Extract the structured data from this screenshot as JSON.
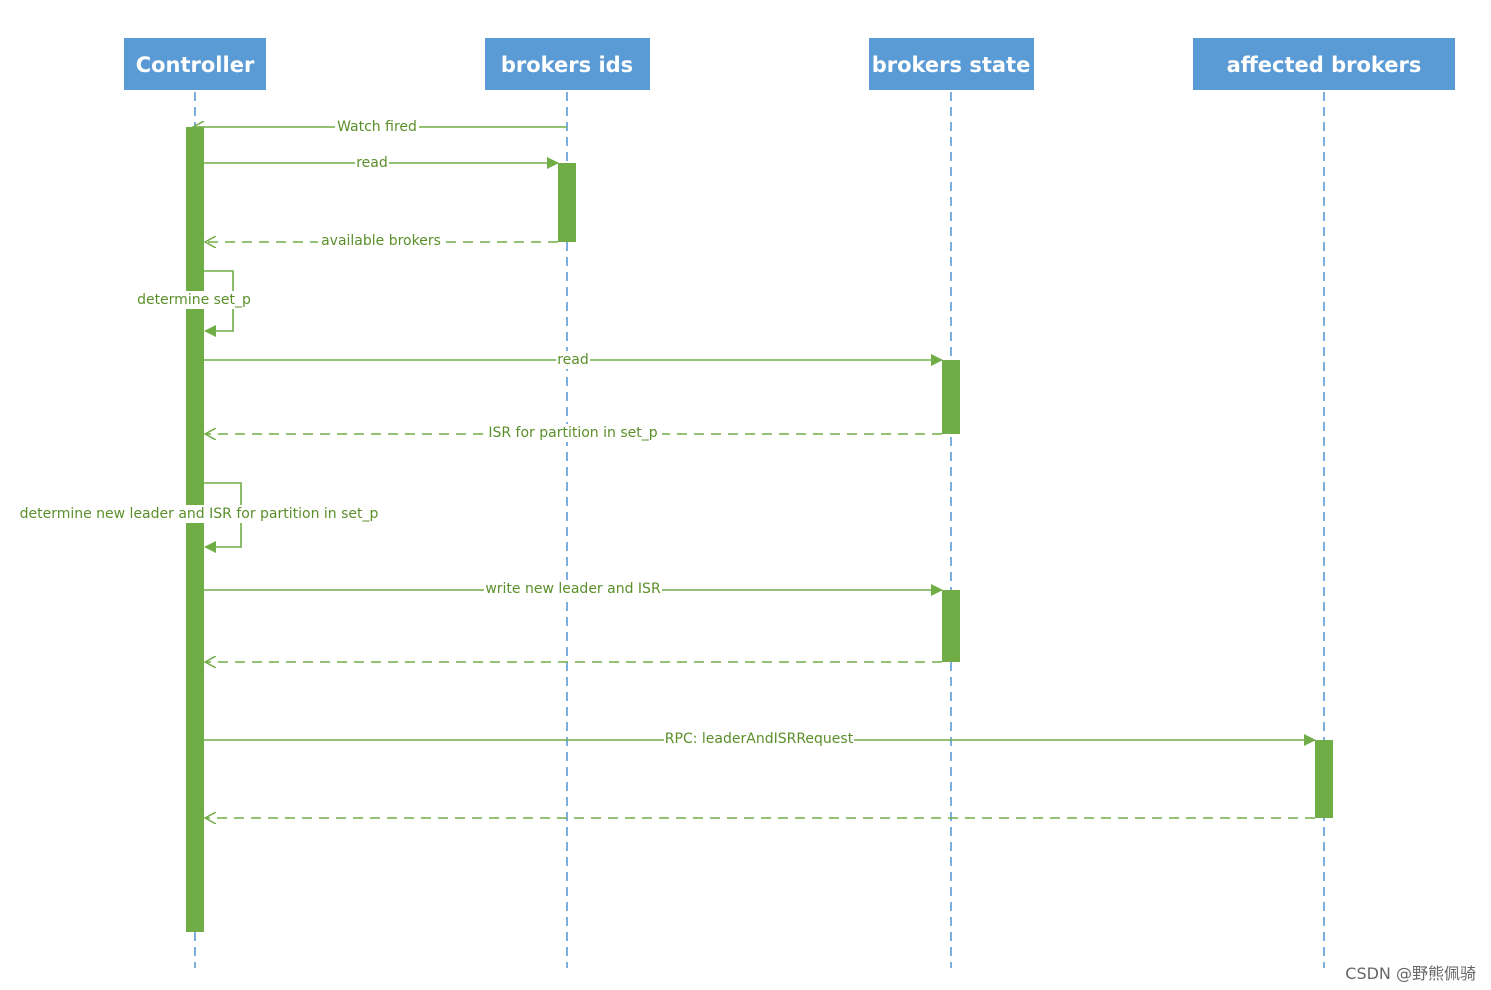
{
  "participants": [
    {
      "id": "controller",
      "label": "Controller"
    },
    {
      "id": "broker_ids",
      "label": "brokers ids"
    },
    {
      "id": "broker_state",
      "label": "brokers state"
    },
    {
      "id": "affected",
      "label": "affected brokers"
    }
  ],
  "messages": [
    {
      "label": "Watch fired",
      "from": "broker_ids",
      "to": "controller",
      "style": "solid"
    },
    {
      "label": "read",
      "from": "controller",
      "to": "broker_ids",
      "style": "solid"
    },
    {
      "label": "available brokers",
      "from": "broker_ids",
      "to": "controller",
      "style": "dashed"
    },
    {
      "label": "determine set_p",
      "from": "controller",
      "to": "controller",
      "style": "self"
    },
    {
      "label": "read",
      "from": "controller",
      "to": "broker_state",
      "style": "solid"
    },
    {
      "label": "ISR for partition in set_p",
      "from": "broker_state",
      "to": "controller",
      "style": "dashed"
    },
    {
      "label": "determine new leader and ISR for partition in set_p",
      "from": "controller",
      "to": "controller",
      "style": "self"
    },
    {
      "label": "write new leader and ISR",
      "from": "controller",
      "to": "broker_state",
      "style": "solid"
    },
    {
      "label": "",
      "from": "broker_state",
      "to": "controller",
      "style": "dashed"
    },
    {
      "label": "RPC: leaderAndISRRequest",
      "from": "controller",
      "to": "affected",
      "style": "solid"
    },
    {
      "label": "",
      "from": "affected",
      "to": "controller",
      "style": "dashed"
    }
  ],
  "watermark": "CSDN @野熊佩骑",
  "colors": {
    "header": "#5b9bd5",
    "lifeline": "#5b9bd5",
    "activation": "#70ad47",
    "message": "#70ad47"
  }
}
